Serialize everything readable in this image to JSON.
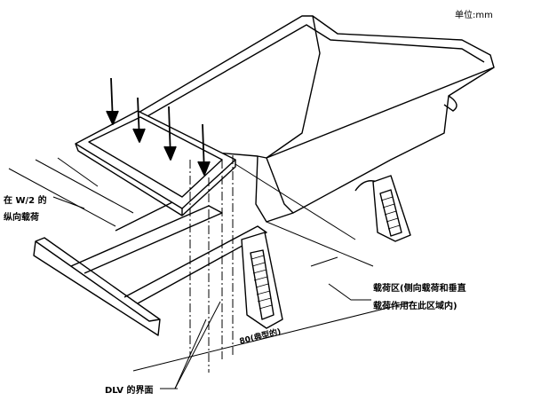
{
  "unit_label": "单位:mm",
  "longitudinal_load": {
    "line1": "在 W/2 的",
    "line2": "纵向载荷"
  },
  "load_zone": {
    "line1": "载荷区(侧向载荷和垂直",
    "line2": "载荷作用在此区域内)"
  },
  "typical_dimension": "80(典型的)",
  "dlv_interface": "DLV 的界面",
  "colors": {
    "ink": "#000000",
    "background": "#ffffff"
  }
}
